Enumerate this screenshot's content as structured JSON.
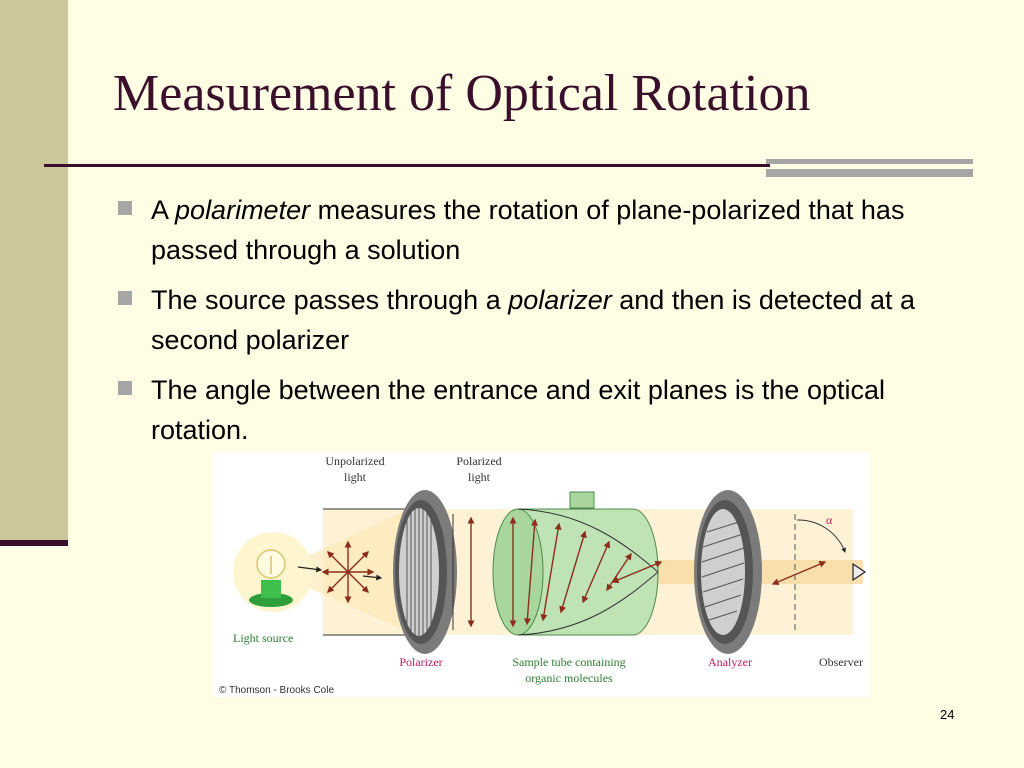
{
  "slide": {
    "title": "Measurement of Optical Rotation",
    "bullets": [
      {
        "pre": "A ",
        "em": "polarimeter",
        "post": " measures the rotation of plane-polarized that has passed through a solution"
      },
      {
        "pre": "The source passes through a ",
        "em": "polarizer",
        "post": " and then is detected at a second polarizer"
      },
      {
        "pre": "The angle between the entrance and exit planes is the optical rotation.",
        "em": "",
        "post": ""
      }
    ],
    "page_number": "24"
  },
  "figure": {
    "labels": {
      "unpolarized_1": "Unpolarized",
      "unpolarized_2": "light",
      "polarized_1": "Polarized",
      "polarized_2": "light",
      "alpha": "α",
      "light_source": "Light source",
      "polarizer": "Polarizer",
      "sample_1": "Sample tube containing",
      "sample_2": "organic molecules",
      "analyzer": "Analyzer",
      "observer": "Observer",
      "credit": "© Thomson - Brooks Cole"
    },
    "colors": {
      "magenta_label": "#c2185b",
      "green_label": "#2e7d32",
      "tube_fill": "#bfe3b4",
      "beam": "#fbe7b5",
      "arrow": "#8b2d1c"
    }
  }
}
